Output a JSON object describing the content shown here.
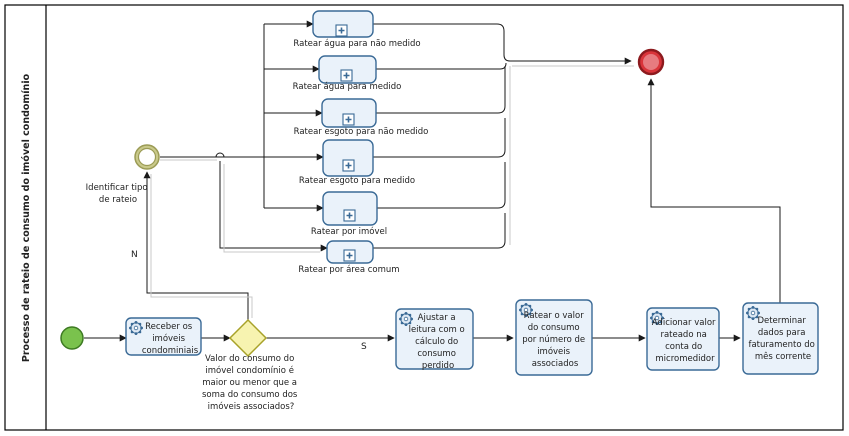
{
  "pool": {
    "label": "Processo de rateio de consumo  do imóvel condomínio"
  },
  "events": {
    "start": {
      "color": "#7ac24d"
    },
    "intermediate": {
      "label": [
        "Identificar tipo",
        "de rateio"
      ],
      "color": "#c9c98a"
    },
    "end": {
      "color": "#d9343a"
    }
  },
  "subprocesses": [
    {
      "label": "Ratear água para não medido"
    },
    {
      "label": "Ratear água para medido"
    },
    {
      "label": "Ratear esgoto para não medido"
    },
    {
      "label": "Ratear esgoto para medido"
    },
    {
      "label": "Ratear por imóvel"
    },
    {
      "label": "Ratear por área comum"
    }
  ],
  "tasks": [
    {
      "label": [
        "Receber os",
        "imóveis",
        "condominiais"
      ]
    },
    {
      "label": [
        "Ajustar a",
        "leitura com o",
        "cálculo do",
        "consumo",
        "perdido"
      ]
    },
    {
      "label": [
        "Ratear o valor",
        "do consumo",
        "por número de",
        "imóveis",
        "associados"
      ]
    },
    {
      "label": [
        "Adicionar valor",
        "rateado na",
        "conta do",
        "micromedidor"
      ]
    },
    {
      "label": [
        "Determinar",
        "dados para",
        "faturamento do",
        "mês corrente"
      ]
    }
  ],
  "gateway": {
    "question": [
      "Valor do consumo do",
      "imóvel condomínio é",
      "maior ou menor que a",
      "soma do consumo dos",
      "imóveis associados?"
    ],
    "yes_label": "S",
    "no_label": "N",
    "color": "#f7f3b0"
  }
}
